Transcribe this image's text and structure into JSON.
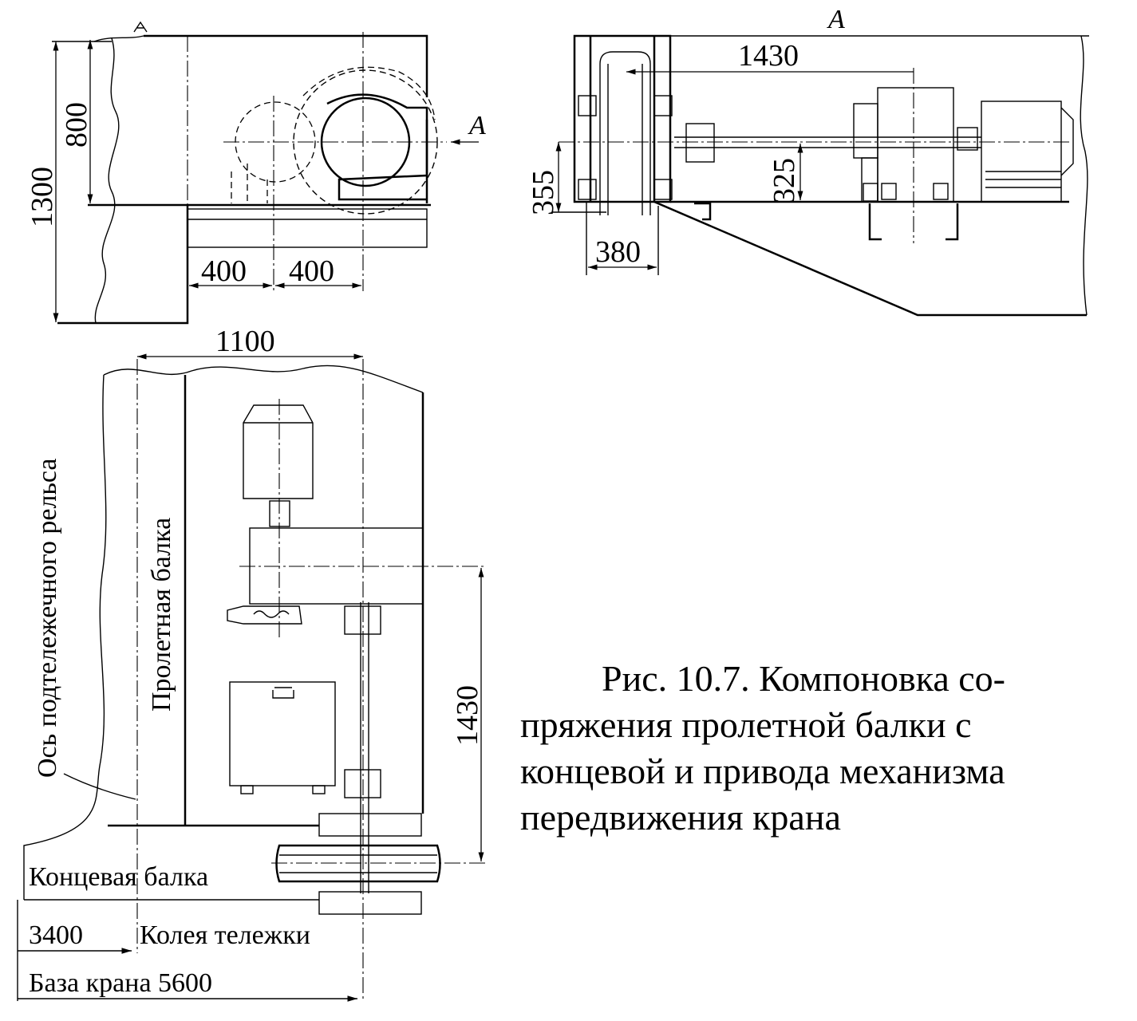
{
  "top_left_view": {
    "dim_800": "800",
    "dim_1300": "1300",
    "dim_400_a": "400",
    "dim_400_b": "400",
    "view_marker": "A"
  },
  "top_right_view": {
    "title": "A",
    "dim_1430": "1430",
    "dim_355": "355",
    "dim_325": "325",
    "dim_380": "380"
  },
  "plan_view": {
    "dim_1100": "1100",
    "dim_1430": "1430",
    "label_rail_axis": "Ось подтележечного рельса",
    "label_span_beam": "Пролетная балка",
    "label_end_beam": "Концевая балка",
    "label_3400": "3400",
    "label_trolley_track": "Колея тележки",
    "label_crane_base": "База крана 5600"
  },
  "caption": {
    "line1": "Рис. 10.7. Компоновка  со-",
    "line2": "пряжения  пролетной  балки  с",
    "line3": "концевой и привода механизма",
    "line4": "передвижения крана"
  }
}
